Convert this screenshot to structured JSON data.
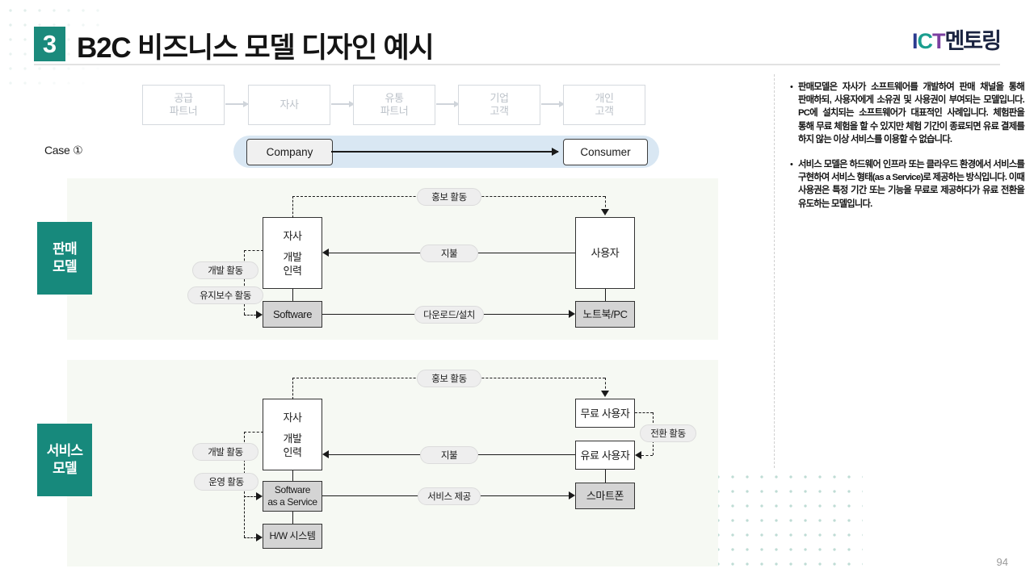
{
  "header": {
    "section_number": "3",
    "title": "B2C 비즈니스 모델 디자인 예시",
    "logo": {
      "i": "I",
      "c": "C",
      "t": "T",
      "korean": "멘토링"
    }
  },
  "channel_flow": {
    "boxes": [
      {
        "line1": "공급",
        "line2": "파트너"
      },
      {
        "line1": "자사",
        "line2": ""
      },
      {
        "line1": "유통",
        "line2": "파트너"
      },
      {
        "line1": "기업",
        "line2": "고객"
      },
      {
        "line1": "개인",
        "line2": "고객"
      }
    ]
  },
  "case_row": {
    "label": "Case ①",
    "from": "Company",
    "to": "Consumer"
  },
  "sales_model": {
    "label_line1": "판매",
    "label_line2": "모델",
    "company_top": "자사",
    "company_bottom_line1": "개발",
    "company_bottom_line2": "인력",
    "asset": "Software",
    "user": "사용자",
    "device": "노트북/PC",
    "pill_promote": "홍보 활동",
    "pill_pay": "지불",
    "pill_deliver": "다운로드/설치",
    "pill_dev": "개발 활동",
    "pill_maint": "유지보수 활동"
  },
  "service_model": {
    "label_line1": "서비스",
    "label_line2": "모델",
    "company_top": "자사",
    "company_bottom_line1": "개발",
    "company_bottom_line2": "인력",
    "asset_line1": "Software",
    "asset_line2": "as a Service",
    "infra": "H/W 시스템",
    "free_user": "무료 사용자",
    "paid_user": "유료 사용자",
    "device": "스마트폰",
    "pill_promote": "홍보 활동",
    "pill_pay": "지불",
    "pill_deliver": "서비스 제공",
    "pill_dev": "개발 활동",
    "pill_ops": "운영 활동",
    "pill_convert": "전환 활동"
  },
  "notes": [
    {
      "bullet": "•",
      "text": "판매모델은 자사가 소프트웨어를 개발하여 판매 채널을 통해 판매하되, 사용자에게 소유권 및 사용권이 부여되는 모델입니다. PC에 설치되는 소프트웨어가 대표적인 사례입니다. 체험판을 통해 무료 체험을 할 수 있지만 체험 기간이 종료되면 유료 결제를 하지 않는 이상 서비스를 이용할 수 없습니다."
    },
    {
      "bullet": "•",
      "text": "서비스 모델은 하드웨어 인프라 또는 클라우드 환경에서 서비스를 구현하여 서비스 형태(as a Service)로 제공하는 방식입니다. 이때 사용권은 특정 기간 또는 기능을 무료로 제공하다가 유료 전환을 유도하는 모델입니다."
    }
  ],
  "page_number": "94",
  "colors": {
    "accent_teal": "#17897c",
    "case_band": "#d9e7f3",
    "section_bg": "#f6f9f3",
    "node_gray": "#d4d4d4"
  }
}
